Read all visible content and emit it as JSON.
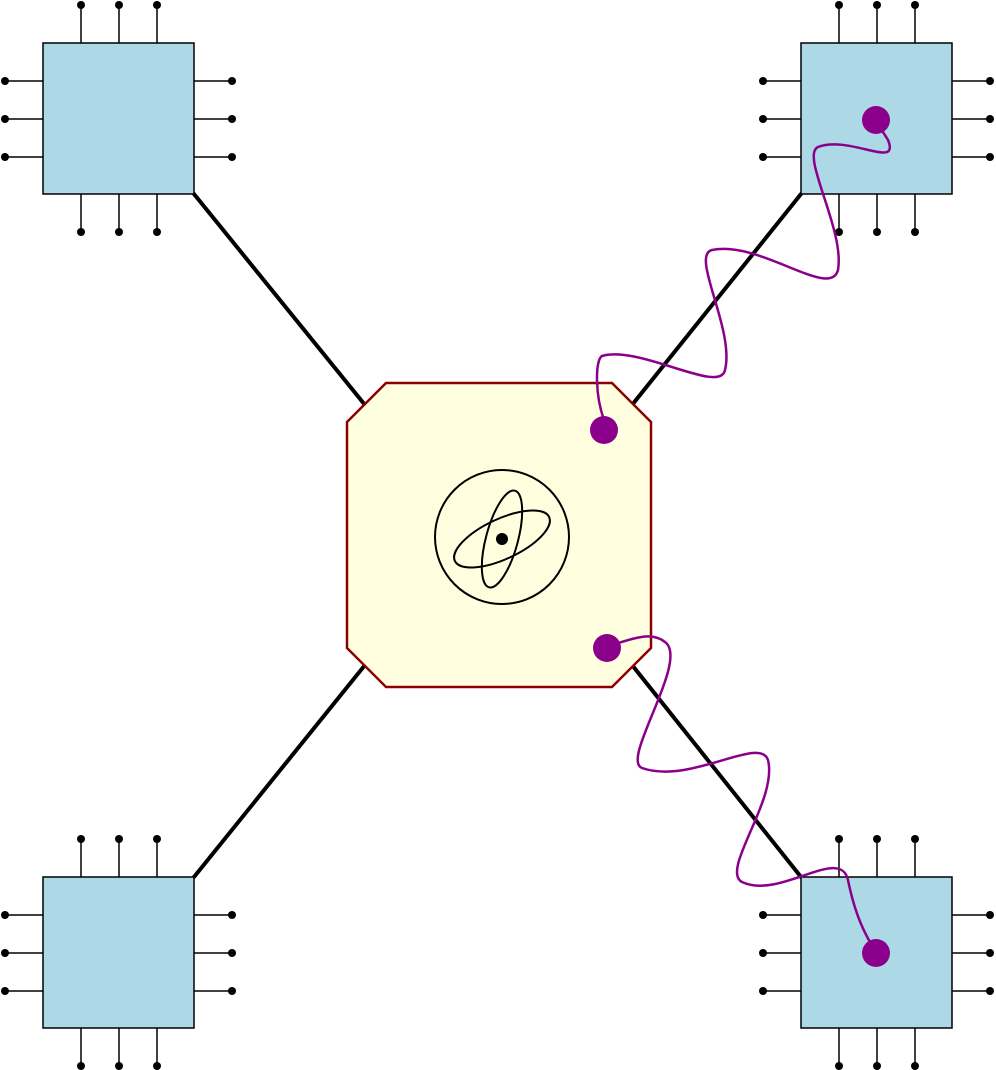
{
  "diagram": {
    "type": "network-diagram",
    "hub": {
      "icon": "atom-icon",
      "fill": "#FFFFE0",
      "stroke": "#8B0000"
    },
    "chips": [
      {
        "id": "chip-top-left",
        "fill": "#ADD8E6",
        "entangled": false
      },
      {
        "id": "chip-top-right",
        "fill": "#ADD8E6",
        "entangled": true
      },
      {
        "id": "chip-bottom-left",
        "fill": "#ADD8E6",
        "entangled": false
      },
      {
        "id": "chip-bottom-right",
        "fill": "#ADD8E6",
        "entangled": true
      }
    ],
    "link_color": "#000000",
    "entanglement_color": "#8B008B",
    "entanglement_links": [
      {
        "from": "hub",
        "to": "chip-top-right"
      },
      {
        "from": "hub",
        "to": "chip-bottom-right"
      }
    ]
  }
}
